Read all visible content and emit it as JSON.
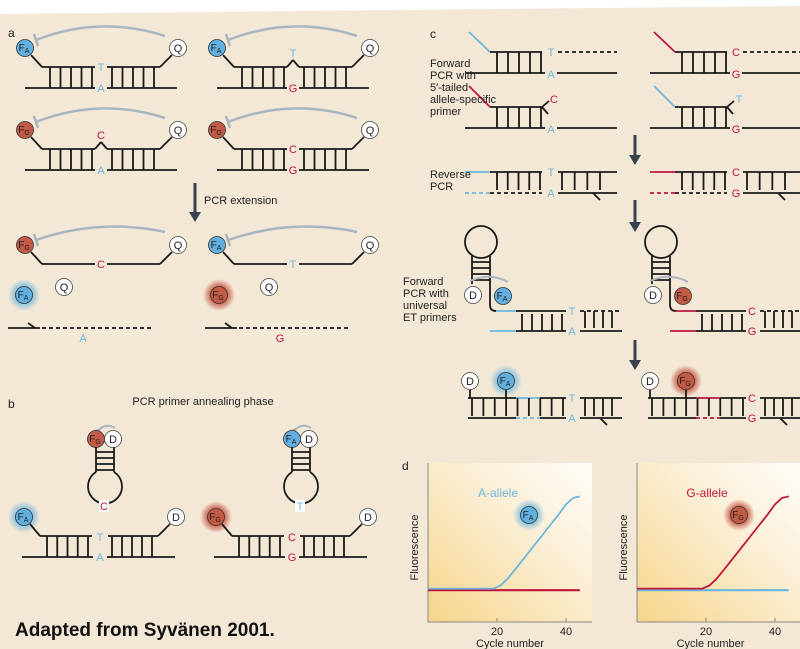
{
  "panels": {
    "a": "a",
    "b": "b",
    "c": "c",
    "d": "d"
  },
  "panel_a": {
    "step_label": "PCR extension"
  },
  "panel_b": {
    "title": "PCR primer annealing phase"
  },
  "panel_c": {
    "step1": [
      "Forward",
      "PCR with",
      "5′-tailed",
      "allele-specific",
      "primer"
    ],
    "step2": [
      "Reverse",
      "PCR"
    ],
    "step3": [
      "Forward",
      "PCR with",
      "universal",
      "ET primers"
    ]
  },
  "symbols": {
    "F": "F",
    "A": "A",
    "G": "G",
    "T": "T",
    "C": "C",
    "Q": "Q",
    "D": "D"
  },
  "footer": "Adapted from Syvänen 2001.",
  "colors": {
    "allele_a": "#6cb6de",
    "allele_g": "#c0163e",
    "fluor_g_fill": "#c25a45",
    "fluor_a_fill": "#62b0e0",
    "arc": "#a9b6bf",
    "background": "#f3e7d6",
    "arrow": "#38424c"
  },
  "chart_data": [
    {
      "type": "line",
      "title": "",
      "xlabel": "Cycle number",
      "ylabel": "Fluorescence",
      "xticks": [
        20,
        40
      ],
      "xlim": [
        0,
        46
      ],
      "ylim": [
        0,
        1
      ],
      "grid": false,
      "annotation": "A-allele",
      "series": [
        {
          "name": "A-allele",
          "color": "#6cb6de",
          "x": [
            0,
            19,
            21,
            23,
            26,
            30,
            34,
            38,
            40,
            42,
            44
          ],
          "y": [
            0.21,
            0.21,
            0.23,
            0.27,
            0.35,
            0.46,
            0.57,
            0.68,
            0.74,
            0.78,
            0.79
          ]
        },
        {
          "name": "G-allele",
          "color": "#c0163e",
          "x": [
            0,
            44
          ],
          "y": [
            0.2,
            0.2
          ]
        }
      ]
    },
    {
      "type": "line",
      "title": "",
      "xlabel": "Cycle number",
      "ylabel": "Fluorescence",
      "xticks": [
        20,
        40
      ],
      "xlim": [
        0,
        46
      ],
      "ylim": [
        0,
        1
      ],
      "grid": false,
      "annotation": "G-allele",
      "series": [
        {
          "name": "A-allele",
          "color": "#6cb6de",
          "x": [
            0,
            44
          ],
          "y": [
            0.2,
            0.2
          ]
        },
        {
          "name": "G-allele",
          "color": "#c0163e",
          "x": [
            0,
            19,
            21,
            23,
            26,
            30,
            34,
            38,
            40,
            42,
            44
          ],
          "y": [
            0.21,
            0.21,
            0.23,
            0.27,
            0.35,
            0.46,
            0.57,
            0.68,
            0.74,
            0.78,
            0.79
          ]
        }
      ]
    }
  ]
}
